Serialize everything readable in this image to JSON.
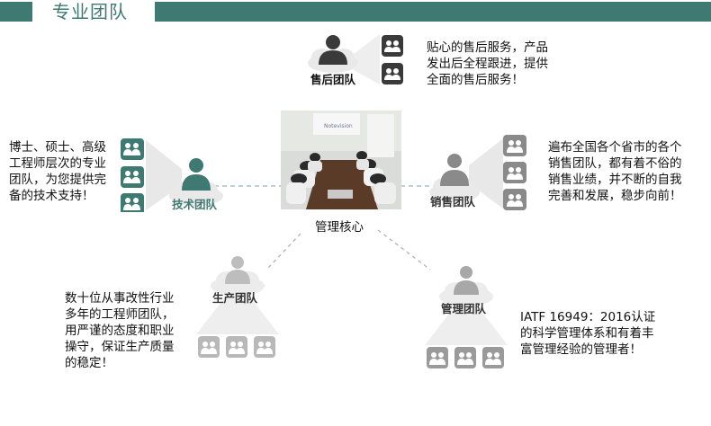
{
  "header": {
    "title": "专业团队"
  },
  "core": {
    "label": "管理核心",
    "photo_text": "Notevision"
  },
  "teams": {
    "after_sales": {
      "label": "售后团队",
      "description": "贴心的售后服务，产品发出后全程跟进，提供全面的售后服务！"
    },
    "technical": {
      "label": "技术团队",
      "description": "博士、硕士、高级工程师层次的专业团队，为您提供完备的技术支持！"
    },
    "sales": {
      "label": "销售团队",
      "description": "遍布全国各个省市的各个销售团队，都有着不俗的销售业绩，并不断的自我完善和发展，稳步向前！"
    },
    "production": {
      "label": "生产团队",
      "description": "数十位从事改性行业多年的工程师团队，用严谨的态度和职业操守，保证生产质量的稳定！"
    },
    "management": {
      "label": "管理团队",
      "description": "IATF 16949：2016认证的科学管理体系和有着丰富管理经验的管理者！"
    }
  },
  "colors": {
    "accent": "#3e7a72",
    "dark_icon": "#3a3a3a",
    "gray_icon": "#8a8a8a",
    "light_icon": "#b8b8b8"
  }
}
